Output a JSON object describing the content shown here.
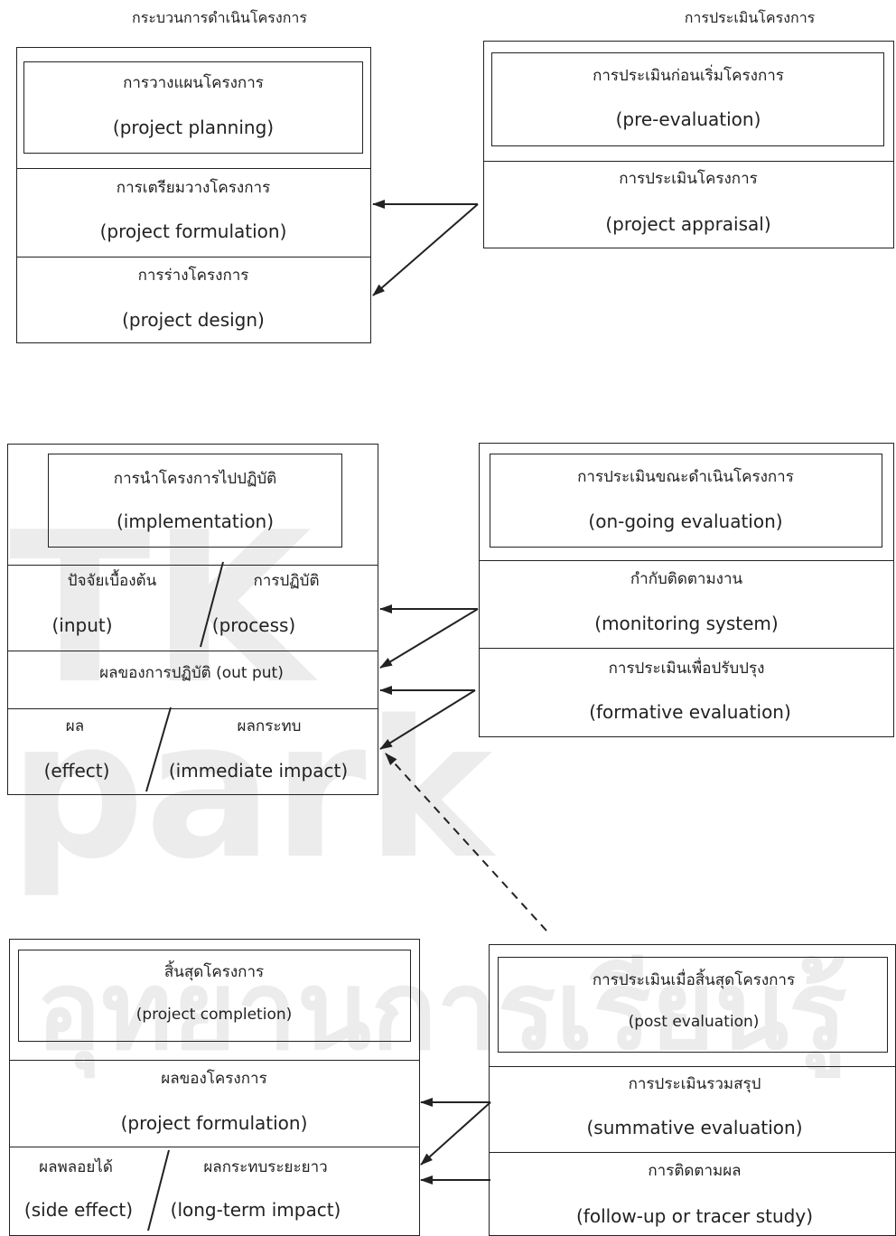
{
  "headers": {
    "left": "กระบวนการดำเนินโครงการ",
    "right": "การประเมินโครงการ"
  },
  "watermark": {
    "line1": "TK",
    "line2": "park",
    "line3": "อุทยานการเรียนรู้"
  },
  "stage1": {
    "left": {
      "planning_th": "การวางแผนโครงการ",
      "planning_en": "(project planning)",
      "formulation_th": "การเตรียมวางโครงการ",
      "formulation_en": "(project formulation)",
      "design_th": "การร่างโครงการ",
      "design_en": "(project design)"
    },
    "right": {
      "pre_th": "การประเมินก่อนเริ่มโครงการ",
      "pre_en": "(pre-evaluation)",
      "appraisal_th": "การประเมินโครงการ",
      "appraisal_en": "(project appraisal)"
    }
  },
  "stage2": {
    "left": {
      "impl_th": "การนำโครงการไปปฏิบัติ",
      "impl_en": "(implementation)",
      "input_th": "ปัจจัยเบื้องต้น",
      "input_en": "(input)",
      "process_th": "การปฏิบัติ",
      "process_en": "(process)",
      "output": "ผลของการปฏิบัติ (out put)",
      "effect_th": "ผล",
      "effect_en": "(effect)",
      "impact_th": "ผลกระทบ",
      "impact_en": "(immediate  impact)"
    },
    "right": {
      "ongoing_th": "การประเมินขณะดำเนินโครงการ",
      "ongoing_en": "(on-going evaluation)",
      "monitoring_th": "กำกับติดตามงาน",
      "monitoring_en": "(monitoring system)",
      "formative_th": "การประเมินเพื่อปรับปรุง",
      "formative_en": "(formative evaluation)"
    }
  },
  "stage3": {
    "left": {
      "completion_th": "สิ้นสุดโครงการ",
      "completion_en": "(project completion)",
      "results_th": "ผลของโครงการ",
      "results_en": "(project formulation)",
      "side_th": "ผลพลอยได้",
      "side_en": "(side effect)",
      "longterm_th": "ผลกระทบระยะยาว",
      "longterm_en": "(long-term  impact)"
    },
    "right": {
      "post_th": "การประเมินเมื่อสิ้นสุดโครงการ",
      "post_en": "(post evaluation)",
      "summative_th": "การประเมินรวมสรุป",
      "summative_en": "(summative evaluation)",
      "followup_th": "การติดตามผล",
      "followup_en": "(follow-up or tracer study)"
    }
  }
}
